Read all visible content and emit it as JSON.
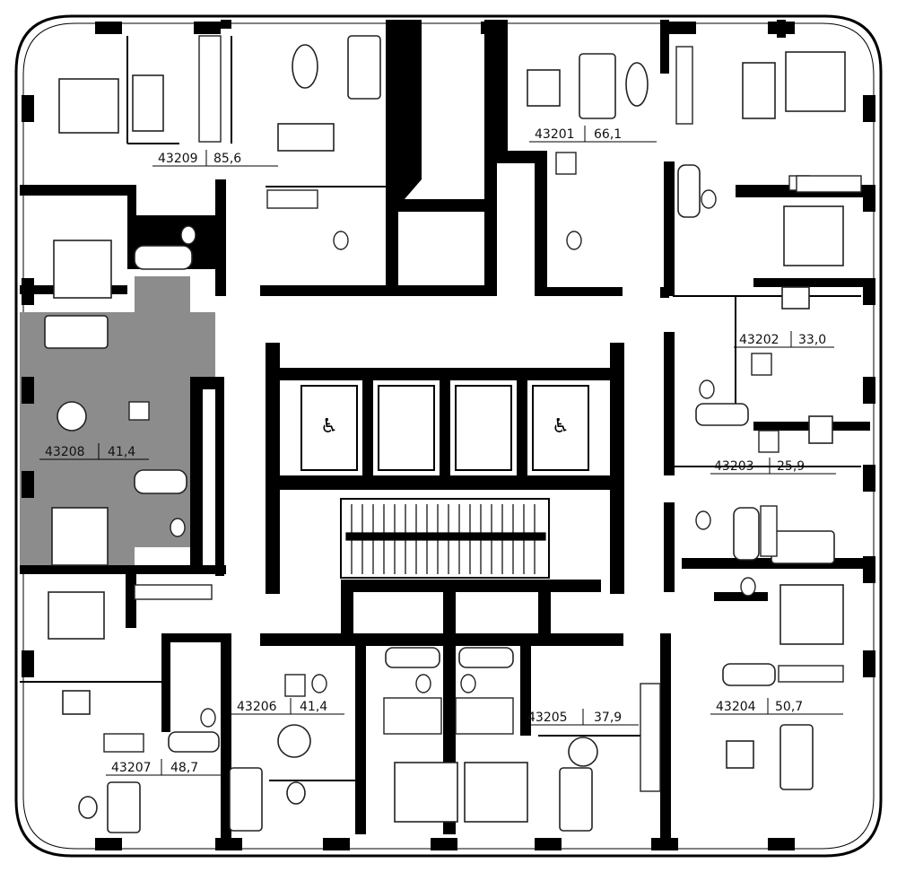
{
  "colors": {
    "wall": "#000000",
    "background": "#ffffff",
    "highlight_unit": "#8c8c8c",
    "furniture_stroke": "#222222"
  },
  "units": [
    {
      "id": "43209",
      "area": "85,6",
      "highlighted": false
    },
    {
      "id": "43201",
      "area": "66,1",
      "highlighted": false
    },
    {
      "id": "43202",
      "area": "33,0",
      "highlighted": false
    },
    {
      "id": "43203",
      "area": "25,9",
      "highlighted": false
    },
    {
      "id": "43204",
      "area": "50,7",
      "highlighted": false
    },
    {
      "id": "43205",
      "area": "37,9",
      "highlighted": false
    },
    {
      "id": "43206",
      "area": "41,4",
      "highlighted": false
    },
    {
      "id": "43207",
      "area": "48,7",
      "highlighted": false
    },
    {
      "id": "43208",
      "area": "41,4",
      "highlighted": true
    }
  ],
  "icons": {
    "wheelchair": "accessibility-icon",
    "bed": "bed-icon",
    "sofa": "sofa-icon",
    "table": "dining-table-icon",
    "bath": "bathtub-icon",
    "toilet": "toilet-icon",
    "hob": "stove-icon"
  }
}
